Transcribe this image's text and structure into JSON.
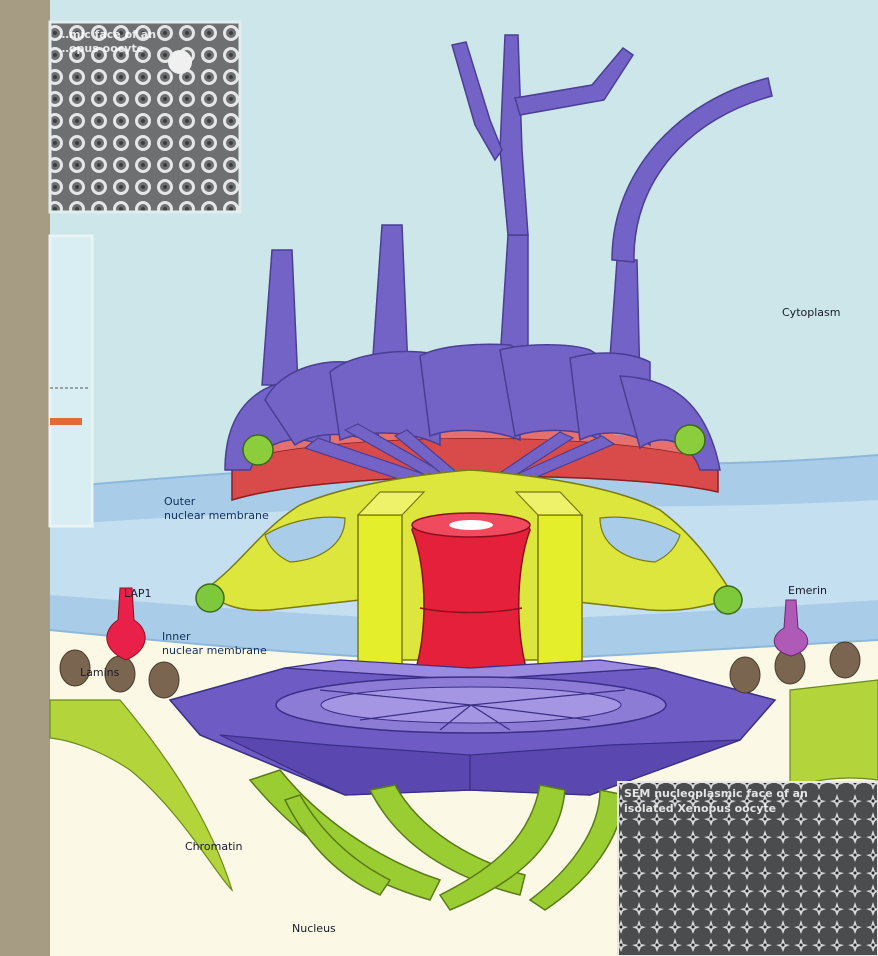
{
  "labels": {
    "cytoplasm": "Cytoplasm",
    "outer_membrane_line1": "Outer",
    "outer_membrane_line2": "nuclear membrane",
    "inner_membrane_line1": "Inner",
    "inner_membrane_line2": "nuclear membrane",
    "lap1": "LAP1",
    "lamins": "Lamins",
    "emerin": "Emerin",
    "chromatin": "Chromatin",
    "nucleus": "Nucleus"
  },
  "insets": {
    "top_left_caption_line1": "…mic face of an",
    "top_left_caption_line2": "…opus oocyte",
    "bottom_right_caption_line1": "SEM nucleoplasmic face of an",
    "bottom_right_caption_line2": "isolated Xenopus oocyte"
  },
  "colors": {
    "cytoplasm": "#cde6ea",
    "nucleoplasm": "#fbf9e6",
    "membrane": "#a9cde8",
    "filament": "#7463c6",
    "ring_red": "#d94a4a",
    "scaffold_yellow": "#dde63c",
    "channel_red": "#e5203a",
    "basket_purple": "#6e5bc4",
    "chromatin_green": "#b4d43c",
    "lap1_pink": "#e8204a",
    "emerin_violet": "#b05ab8",
    "lamin_brown": "#7a6650",
    "side_band": "#a69c84"
  }
}
